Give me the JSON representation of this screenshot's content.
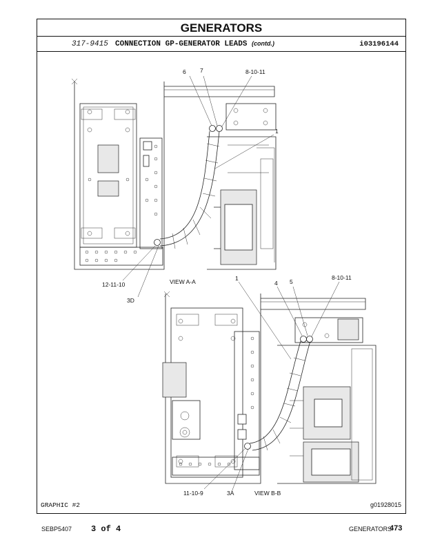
{
  "header": {
    "section_title": "GENERATORS",
    "part_number": "317-9415",
    "part_name": "CONNECTION GP-GENERATOR LEADS",
    "contd": "(contd.)",
    "reference_id": "i03196144"
  },
  "graphic": {
    "label": "GRAPHIC #2",
    "id": "g01928015",
    "view_a_label": "VIEW A-A",
    "view_b_label": "VIEW B-B",
    "callouts_view_a": [
      "6",
      "7",
      "8-10-11",
      "1",
      "12-11-10",
      "3D"
    ],
    "callouts_view_b": [
      "1",
      "4",
      "5",
      "8-10-11",
      "11-10-9",
      "3A"
    ]
  },
  "footer": {
    "doc_id": "SEBP5407",
    "page_of": "3 of 4",
    "section": "GENERATORS",
    "page_number": "473"
  }
}
